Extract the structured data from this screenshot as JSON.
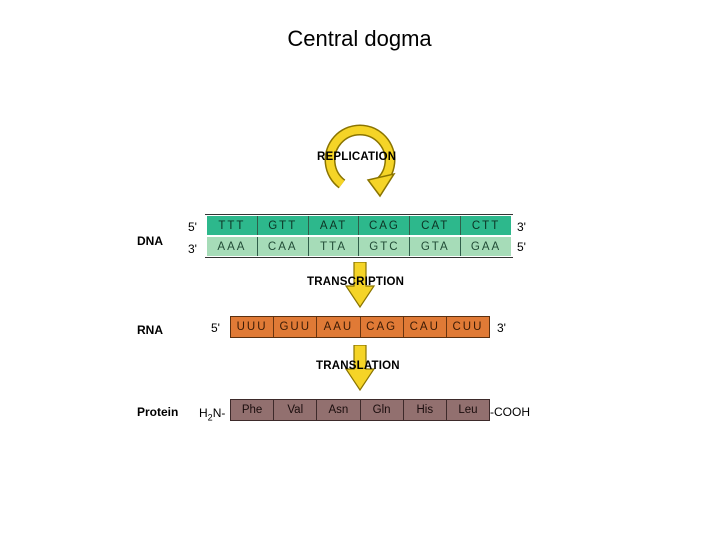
{
  "title": "Central dogma",
  "replication": {
    "label": "REPLICATION"
  },
  "dna": {
    "label": "DNA",
    "top_strand": {
      "left_end": "5'",
      "right_end": "3'",
      "codons": [
        "TTT",
        "GTT",
        "AAT",
        "CAG",
        "CAT",
        "CTT"
      ]
    },
    "bottom_strand": {
      "left_end": "3'",
      "right_end": "5'",
      "codons": [
        "AAA",
        "CAA",
        "TTA",
        "GTC",
        "GTA",
        "GAA"
      ]
    }
  },
  "transcription": {
    "label": "TRANSCRIPTION"
  },
  "rna": {
    "label": "RNA",
    "left_end": "5'",
    "right_end": "3'",
    "codons": [
      "UUU",
      "GUU",
      "AAU",
      "CAG",
      "CAU",
      "CUU"
    ]
  },
  "translation": {
    "label": "TRANSLATION"
  },
  "protein": {
    "label": "Protein",
    "n_terminus_h": "H",
    "n_terminus_sub": "2",
    "n_terminus_rest": "N-",
    "c_terminus": "-COOH",
    "residues": [
      "Phe",
      "Val",
      "Asn",
      "Gln",
      "His",
      "Leu"
    ]
  },
  "colors": {
    "arrow_fill": "#f5d427",
    "arrow_outline": "#8a7400",
    "dna_top": "#2db88c",
    "dna_bottom": "#a6dcb8",
    "rna": "#e07a36",
    "protein": "#92706f"
  }
}
